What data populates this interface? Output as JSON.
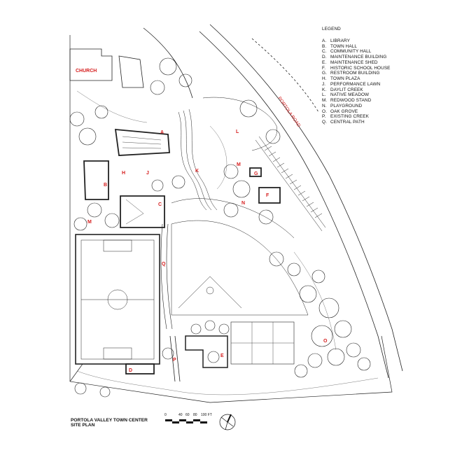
{
  "legend": {
    "title": "LEGEND",
    "items": [
      {
        "key": "A.",
        "label": "LIBRARY"
      },
      {
        "key": "B.",
        "label": "TOWN HALL"
      },
      {
        "key": "C.",
        "label": "COMMUNITY HALL"
      },
      {
        "key": "D.",
        "label": "MAINTENANCE BUILDING"
      },
      {
        "key": "E.",
        "label": "MAINTENANCE SHED"
      },
      {
        "key": "F.",
        "label": "HISTORIC SCHOOL HOUSE"
      },
      {
        "key": "G.",
        "label": "RESTROOM BUILDING"
      },
      {
        "key": "H.",
        "label": "TOWN PLAZA"
      },
      {
        "key": "J.",
        "label": "PERFORMANCE LAWN"
      },
      {
        "key": "K.",
        "label": "DAYLIT CREEK"
      },
      {
        "key": "L.",
        "label": "NATIVE MEADOW"
      },
      {
        "key": "M.",
        "label": "REDWOOD STAND"
      },
      {
        "key": "N.",
        "label": "PLAYGROUND"
      },
      {
        "key": "O.",
        "label": "OAK GROVE"
      },
      {
        "key": "P.",
        "label": "EXISTING CREEK"
      },
      {
        "key": "Q.",
        "label": "CENTRAL PATH"
      }
    ]
  },
  "plan_labels": {
    "church": "CHURCH",
    "road": "PORTOLA ROAD",
    "A": "A",
    "B": "B",
    "C": "C",
    "D": "D",
    "E": "E",
    "F": "F",
    "G": "G",
    "H": "H",
    "J": "J",
    "K": "K",
    "L": "L",
    "M": "M",
    "N": "N",
    "O": "O",
    "P": "P",
    "Q": "Q"
  },
  "title": {
    "line1": "PORTOLA VALLEY TOWN CENTER",
    "line2": "SITE PLAN"
  },
  "scale": {
    "ticks": [
      "0",
      "40",
      "60",
      "80",
      "100 FT"
    ]
  },
  "colors": {
    "label": "#d62020",
    "ink": "#111111"
  }
}
